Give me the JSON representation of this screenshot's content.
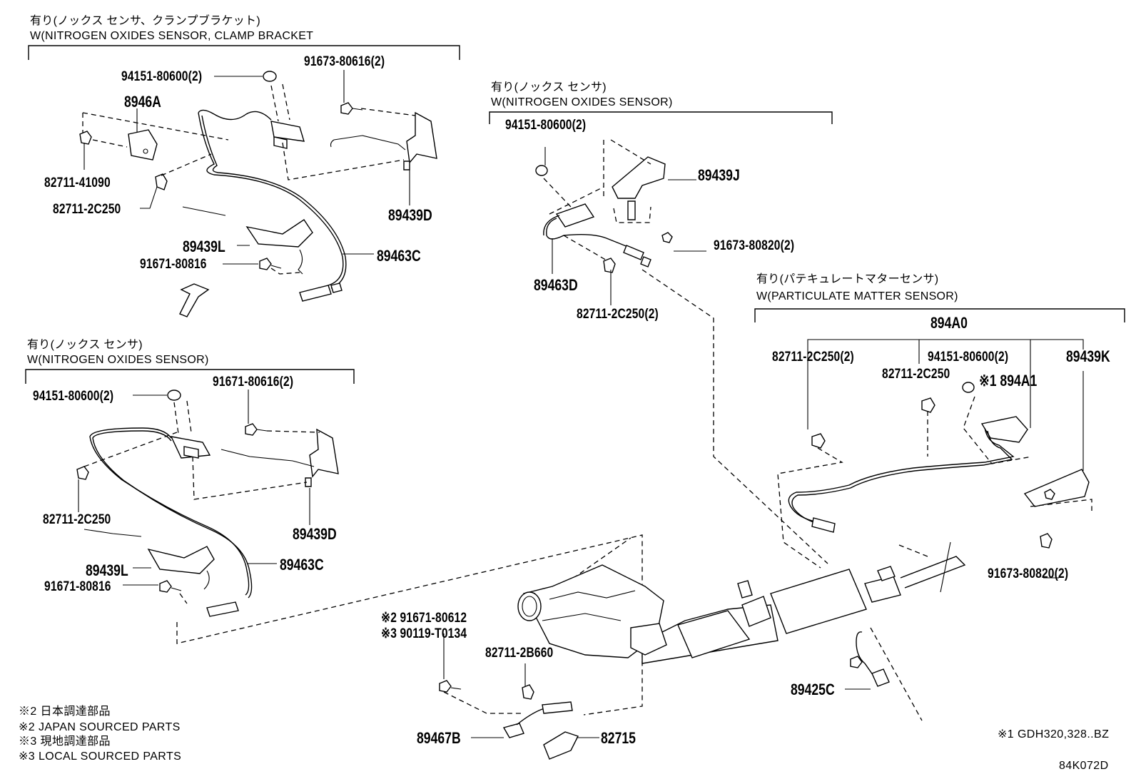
{
  "sections": {
    "top_left": {
      "title_jp": "有り(ノックス センサ、クランプブラケット)",
      "title_en": "W(NITROGEN OXIDES SENSOR, CLAMP BRACKET"
    },
    "middle_left": {
      "title_jp": "有り(ノックス センサ)",
      "title_en": "W(NITROGEN OXIDES SENSOR)"
    },
    "top_middle": {
      "title_jp": "有り(ノックス センサ)",
      "title_en": "W(NITROGEN OXIDES SENSOR)"
    },
    "right": {
      "title_jp": "有り(パテキュレートマターセンサ)",
      "title_en": "W(PARTICULATE MATTER SENSOR)"
    }
  },
  "part_labels": {
    "tl_94151": "94151-80600(2)",
    "tl_91673": "91673-80616(2)",
    "tl_8946a": "8946A",
    "tl_82711_41090": "82711-41090",
    "tl_82711_2c250": "82711-2C250",
    "tl_89439d": "89439D",
    "tl_89439l": "89439L",
    "tl_91671": "91671-80816",
    "tl_89463c": "89463C",
    "ml_94151": "94151-80600(2)",
    "ml_91671_616": "91671-80616(2)",
    "ml_82711": "82711-2C250",
    "ml_89439d": "89439D",
    "ml_89439l": "89439L",
    "ml_91671_816": "91671-80816",
    "ml_89463c": "89463C",
    "tm_94151": "94151-80600(2)",
    "tm_89439j": "89439J",
    "tm_91673": "91673-80820(2)",
    "tm_89463d": "89463D",
    "tm_82711": "82711-2C250(2)",
    "r_894a0": "894A0",
    "r_82711_2": "82711-2C250(2)",
    "r_94151": "94151-80600(2)",
    "r_89439k": "89439K",
    "r_82711": "82711-2C250",
    "r_894a1": "※1 894A1",
    "r_91673": "91673-80820(2)",
    "b_91671": "※2 91671-80612",
    "b_90119": "※3 90119-T0134",
    "b_82711_2b660": "82711-2B660",
    "b_89425c": "89425C",
    "b_89467b": "89467B",
    "b_82715": "82715"
  },
  "notes": {
    "line1": "※2 日本調達部品",
    "line2": "※2 JAPAN SOURCED PARTS",
    "line3": "※3 現地調達部品",
    "line4": "※3 LOCAL SOURCED PARTS",
    "footnote": "※1 GDH320,328..BZ",
    "diagram_code": "84K072D"
  }
}
